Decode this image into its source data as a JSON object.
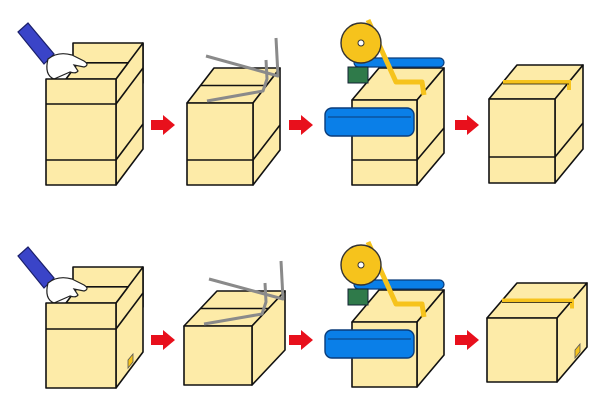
{
  "diagram": {
    "rows": [
      {
        "name": "tall-box-sequence",
        "steps": [
          "fill",
          "fold-flaps",
          "tape",
          "sealed"
        ]
      },
      {
        "name": "flat-box-sequence",
        "steps": [
          "fill",
          "fold-flaps",
          "tape",
          "sealed"
        ]
      }
    ],
    "colors": {
      "box": "#fdeba8",
      "outline": "#111111",
      "arrow": "#e8101c",
      "sleeve": "#3a44c8",
      "belt": "#0a7fe8",
      "tape": "#f6c31c",
      "brush": "#2f7a4a",
      "flap": "#8a8a8a"
    }
  }
}
